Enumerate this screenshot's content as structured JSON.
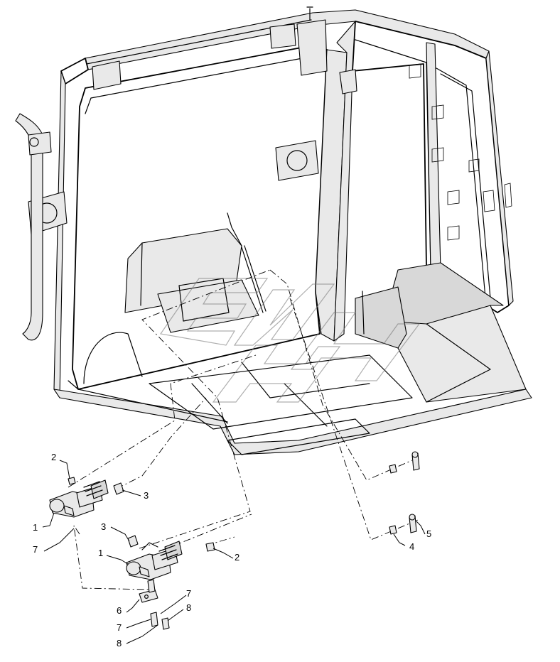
{
  "diagram": {
    "callouts": [
      {
        "id": "c2a",
        "label": "2"
      },
      {
        "id": "c3a",
        "label": "3"
      },
      {
        "id": "c1a",
        "label": "1"
      },
      {
        "id": "c7a",
        "label": "7"
      },
      {
        "id": "c3b",
        "label": "3"
      },
      {
        "id": "c1b",
        "label": "1"
      },
      {
        "id": "c2b",
        "label": "2"
      },
      {
        "id": "c7b",
        "label": "7"
      },
      {
        "id": "c6",
        "label": "6"
      },
      {
        "id": "c8a",
        "label": "8"
      },
      {
        "id": "c7c",
        "label": "7"
      },
      {
        "id": "c8b",
        "label": "8"
      },
      {
        "id": "c4",
        "label": "4"
      },
      {
        "id": "c5",
        "label": "5"
      }
    ]
  },
  "colors": {
    "line": "#000000",
    "shade": "#e9e9e9",
    "background": "#ffffff",
    "watermark": "#7a7a7a"
  }
}
